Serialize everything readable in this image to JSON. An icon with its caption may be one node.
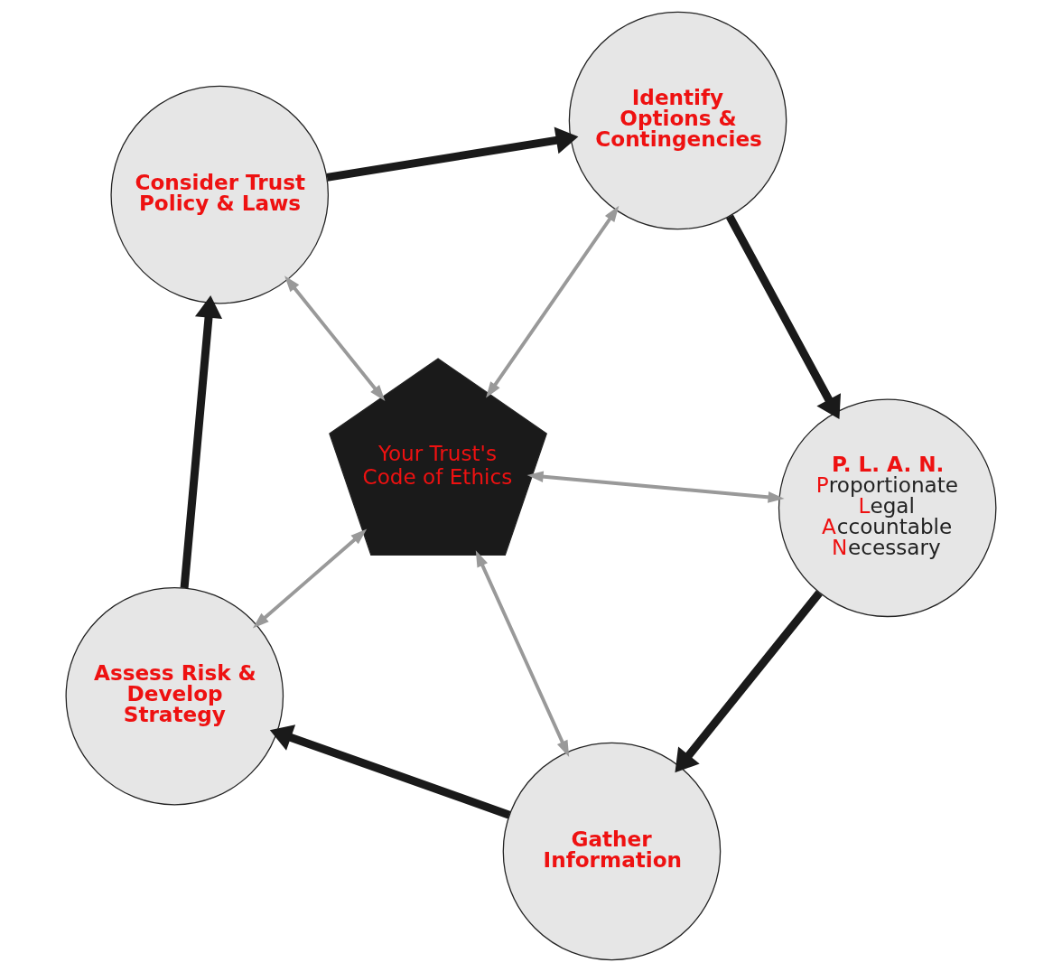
{
  "diagram": {
    "nodes": [
      {
        "text": [
          "Gather Information"
        ]
      },
      {
        "text": [
          "Assess Risk & Develop Strategy"
        ]
      },
      {
        "text": [
          "Consider Trust Policy & Laws"
        ]
      },
      {
        "text": [
          "Identify Options & Contingencies"
        ]
      },
      {
        "text": [
          "P. L. A. N.",
          "Proportionate",
          "Legal",
          "Accountable",
          "Necessary"
        ]
      },
      {
        "text": [
          "Your Trust's Code of Ethics"
        ]
      }
    ],
    "edges": [
      {
        "from": 0,
        "to": 1,
        "arrow": "to",
        "style": "thick"
      },
      {
        "from": 1,
        "to": 2,
        "arrow": "to",
        "style": "thick"
      },
      {
        "from": 2,
        "to": 3,
        "arrow": "to",
        "style": "thick"
      },
      {
        "from": 3,
        "to": 4,
        "arrow": "to",
        "style": "thick"
      },
      {
        "from": 4,
        "to": 0,
        "arrow": "to",
        "style": "thick"
      },
      {
        "from": 5,
        "to": 0,
        "arrow": "both",
        "color": "#999999"
      },
      {
        "from": 5,
        "to": 1,
        "arrow": "both",
        "color": "#999999"
      },
      {
        "from": 5,
        "to": 2,
        "arrow": "both",
        "color": "#999999"
      },
      {
        "from": 5,
        "to": 3,
        "arrow": "both",
        "color": "#999999"
      },
      {
        "from": 5,
        "to": 4,
        "arrow": "both",
        "color": "#999999"
      }
    ]
  }
}
